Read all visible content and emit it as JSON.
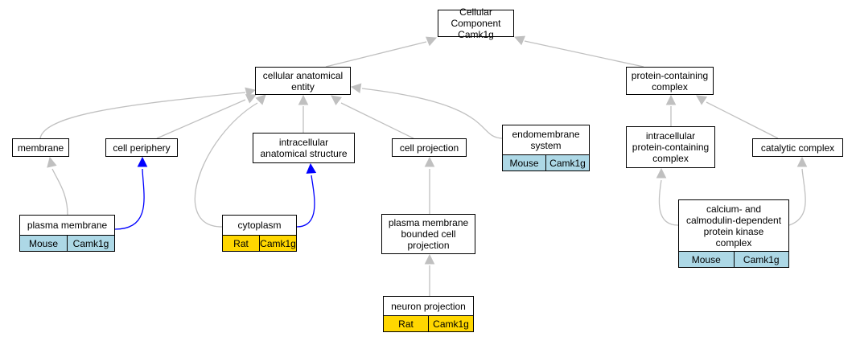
{
  "nodes": [
    {
      "id": "root",
      "label": "Cellular Component\nCamk1g"
    },
    {
      "id": "cae",
      "label": "cellular anatomical\nentity"
    },
    {
      "id": "pcc",
      "label": "protein-containing\ncomplex"
    },
    {
      "id": "membrane",
      "label": "membrane"
    },
    {
      "id": "periphery",
      "label": "cell periphery"
    },
    {
      "id": "ias",
      "label": "intracellular\nanatomical structure"
    },
    {
      "id": "cellproj",
      "label": "cell projection"
    },
    {
      "id": "endo",
      "label": "endomembrane\nsystem",
      "species": "Mouse",
      "gene": "Camk1g"
    },
    {
      "id": "ipcc",
      "label": "intracellular\nprotein-containing\ncomplex"
    },
    {
      "id": "catalytic",
      "label": "catalytic complex"
    },
    {
      "id": "pm",
      "label": "plasma membrane",
      "species": "Mouse",
      "gene": "Camk1g"
    },
    {
      "id": "cyto",
      "label": "cytoplasm",
      "species": "Rat",
      "gene": "Camk1g"
    },
    {
      "id": "pmbcp",
      "label": "plasma membrane\nbounded cell\nprojection"
    },
    {
      "id": "camk",
      "label": "calcium- and\ncalmodulin-dependent\nprotein kinase\ncomplex",
      "species": "Mouse",
      "gene": "Camk1g"
    },
    {
      "id": "neuron",
      "label": "neuron projection",
      "species": "Rat",
      "gene": "Camk1g"
    }
  ],
  "edges": [
    {
      "from": "cae",
      "to": "root",
      "type": "is_a"
    },
    {
      "from": "pcc",
      "to": "root",
      "type": "is_a"
    },
    {
      "from": "membrane",
      "to": "cae",
      "type": "is_a"
    },
    {
      "from": "periphery",
      "to": "cae",
      "type": "is_a"
    },
    {
      "from": "ias",
      "to": "cae",
      "type": "is_a"
    },
    {
      "from": "cellproj",
      "to": "cae",
      "type": "is_a"
    },
    {
      "from": "endo",
      "to": "cae",
      "type": "is_a"
    },
    {
      "from": "cyto",
      "to": "cae",
      "type": "is_a"
    },
    {
      "from": "ipcc",
      "to": "pcc",
      "type": "is_a"
    },
    {
      "from": "catalytic",
      "to": "pcc",
      "type": "is_a"
    },
    {
      "from": "pm",
      "to": "membrane",
      "type": "is_a"
    },
    {
      "from": "pm",
      "to": "periphery",
      "type": "part_of"
    },
    {
      "from": "cyto",
      "to": "ias",
      "type": "part_of"
    },
    {
      "from": "pmbcp",
      "to": "cellproj",
      "type": "is_a"
    },
    {
      "from": "neuron",
      "to": "pmbcp",
      "type": "is_a"
    },
    {
      "from": "camk",
      "to": "ipcc",
      "type": "is_a"
    },
    {
      "from": "camk",
      "to": "catalytic",
      "type": "is_a"
    }
  ],
  "colors": {
    "Mouse": "#add8e6",
    "Rat": "#ffd700",
    "is_a": "#c0c0c0",
    "part_of": "#0000ff"
  }
}
